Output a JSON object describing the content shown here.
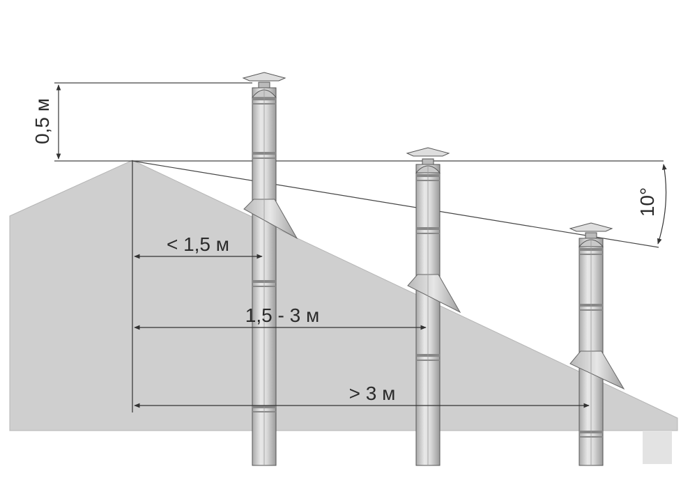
{
  "labels": {
    "height_above_ridge": "0,5 м",
    "angle": "10°",
    "distance_near": "< 1,5 м",
    "distance_mid": "1,5 - 3 м",
    "distance_far": "> 3 м"
  },
  "colors": {
    "roof": "#cfcfcf",
    "pipe_fill": "#d2d2d2",
    "pipe_stroke": "#555555",
    "dimension_line": "#333333",
    "background": "#ffffff"
  }
}
